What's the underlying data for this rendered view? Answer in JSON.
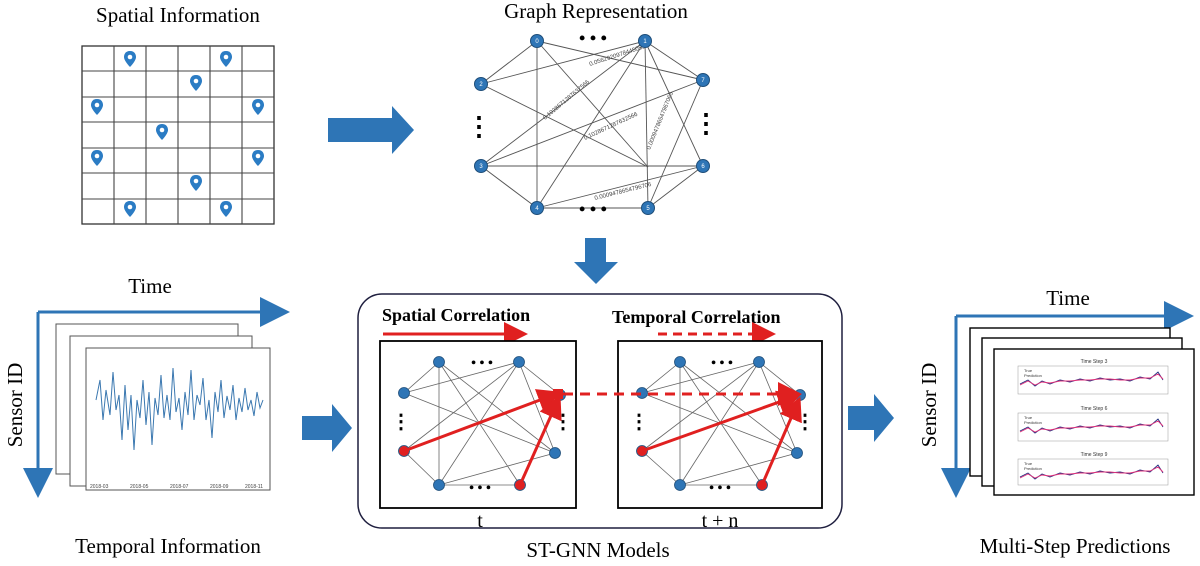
{
  "labels": {
    "spatial_info": "Spatial Information",
    "graph_rep": "Graph Representation",
    "temporal_info": "Temporal Information",
    "stgnn": "ST-GNN Models",
    "multistep": "Multi-Step Predictions",
    "time_left": "Time",
    "time_right": "Time",
    "sensor_left": "Sensor ID",
    "sensor_right": "Sensor ID",
    "spatial_corr": "Spatial Correlation",
    "temporal_corr": "Temporal Correlation",
    "t": "t",
    "t_n": "t + n",
    "ellipsis": "• • •",
    "ellipsis_v": "⋮"
  },
  "graph": {
    "node_ids": [
      "0",
      "1",
      "2",
      "3",
      "4",
      "5",
      "6",
      "7"
    ],
    "edge_weights": [
      "0.0562920978445053",
      "0.1028671287632566",
      "0.0009478654796706",
      "0.1028671287632566",
      "0.00094786547967065"
    ]
  },
  "predictions": {
    "panels": [
      "Time Step 3",
      "Time Step 6",
      "Time Step 9"
    ],
    "legend": [
      "True",
      "Prediction"
    ]
  },
  "colors": {
    "accent_blue": "#2e75b6",
    "node_blue": "#2e75b6",
    "series_blue": "#3b78b0",
    "correlation_red": "#e02020",
    "grid": "#404040"
  }
}
